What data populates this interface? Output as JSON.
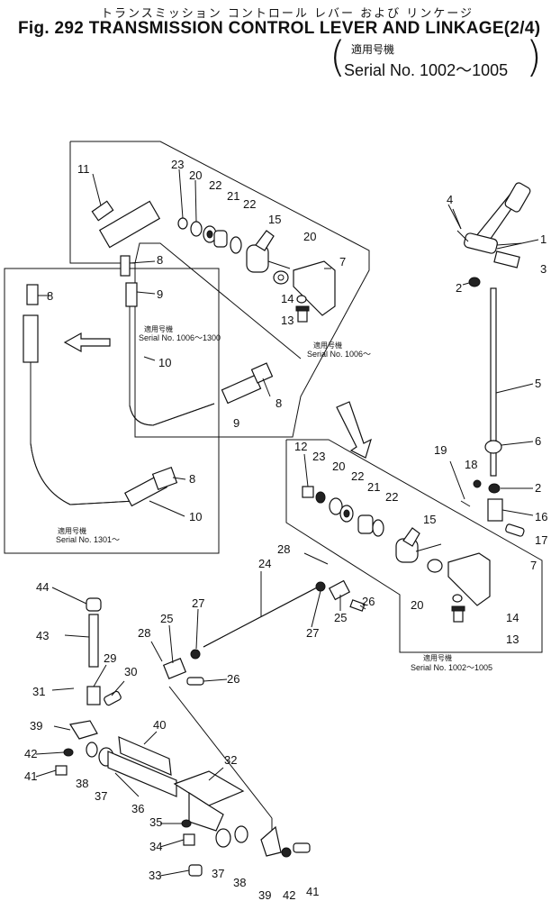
{
  "header": {
    "jp_title": "トランスミッション コントロール レバー および リンケージ",
    "fig_title": "Fig. 292 TRANSMISSION CONTROL LEVER AND LINKAGE(2/4)",
    "serial_jp": "適用号機",
    "serial_range": "Serial No. 1002～1005"
  },
  "insets": [
    {
      "jp": "適用号機",
      "serial": "Serial No. 1006～1300"
    },
    {
      "jp": "適用号機",
      "serial": "Serial No. 1006～"
    },
    {
      "jp": "適用号機",
      "serial": "Serial No. 1301～"
    },
    {
      "jp": "適用号機",
      "serial": "Serial No. 1002～1005"
    }
  ],
  "callouts": [
    "1",
    "2",
    "3",
    "4",
    "5",
    "6",
    "7",
    "8",
    "9",
    "10",
    "11",
    "12",
    "13",
    "14",
    "15",
    "16",
    "17",
    "18",
    "19",
    "20",
    "21",
    "22",
    "23",
    "24",
    "25",
    "26",
    "27",
    "28",
    "29",
    "30",
    "31",
    "32",
    "33",
    "34",
    "35",
    "36",
    "37",
    "38",
    "39",
    "40",
    "41",
    "42",
    "43",
    "44"
  ],
  "colors": {
    "ink": "#111111",
    "paper": "#ffffff"
  }
}
